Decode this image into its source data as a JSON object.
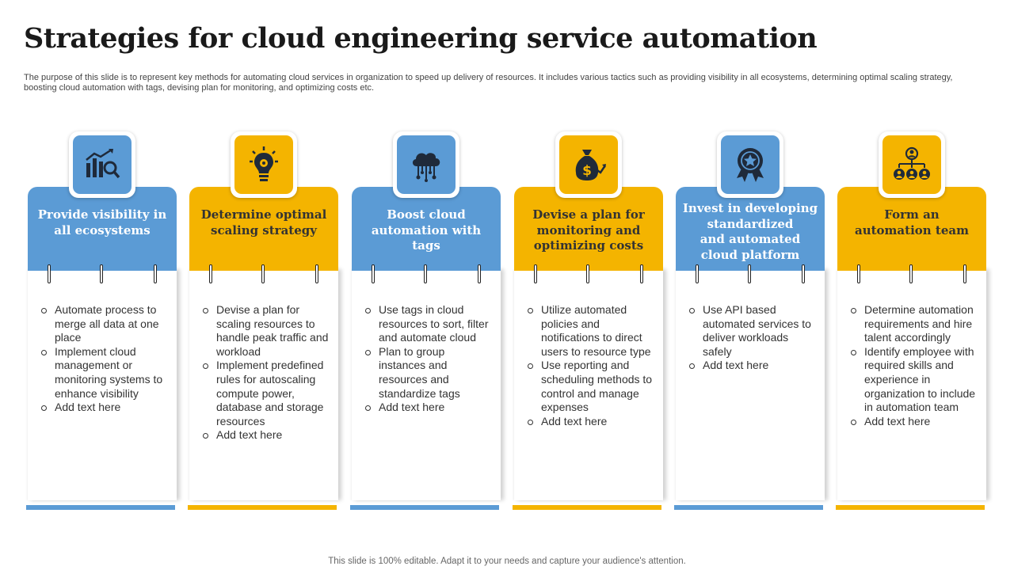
{
  "slide": {
    "title": "Strategies for cloud engineering service automation",
    "subtitle": "The purpose of this slide is to represent key methods for automating cloud services in organization to speed up delivery of resources. It includes various tactics such as providing visibility in all ecosystems, determining optimal scaling strategy, boosting cloud automation with tags, devising plan for monitoring, and optimizing costs etc.",
    "footer": "This slide is 100% editable. Adapt it to your needs and capture your audience's attention."
  },
  "colors": {
    "blue": "#5b9bd5",
    "gold": "#f4b400"
  },
  "cards": [
    {
      "icon": "bar-chart-magnifier-icon",
      "heading": "Provide visibility in\nall ecosystems",
      "bullets": [
        "Automate process to merge all data at one place",
        "Implement cloud management or monitoring systems to enhance visibility",
        "Add text here"
      ]
    },
    {
      "icon": "lightbulb-gear-icon",
      "heading": "Determine optimal\nscaling strategy",
      "bullets": [
        "Devise a plan for scaling resources to handle peak traffic and workload",
        "Implement predefined rules for autoscaling compute power, database and storage resources",
        "Add text here"
      ]
    },
    {
      "icon": "cloud-network-icon",
      "heading": "Boost cloud\nautomation with tags",
      "bullets": [
        "Use tags in cloud resources to sort, filter and automate cloud",
        "Plan to group instances and resources and standardize tags",
        "Add text here"
      ]
    },
    {
      "icon": "money-bag-growth-icon",
      "heading": "Devise a plan for\nmonitoring and\noptimizing costs",
      "bullets": [
        "Utilize automated policies and notifications to direct users to resource type",
        "Use reporting and scheduling methods to control and manage expenses",
        "Add text here"
      ]
    },
    {
      "icon": "award-badge-icon",
      "heading": "Invest in developing\nstandardized\nand automated\ncloud platform",
      "bullets": [
        "Use API based automated services to deliver workloads safely",
        "Add text here"
      ]
    },
    {
      "icon": "team-hierarchy-icon",
      "heading": "Form an\nautomation team",
      "bullets": [
        "Determine automation requirements and hire talent accordingly",
        "Identify employee with required skills and experience in organization to include in automation team",
        "Add text here"
      ]
    }
  ]
}
